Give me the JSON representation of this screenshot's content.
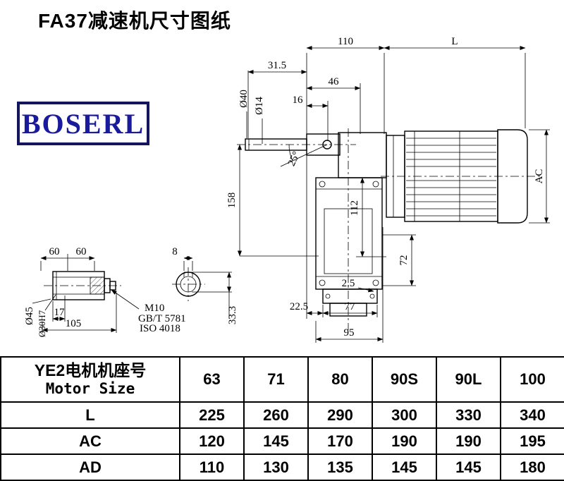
{
  "page": {
    "title": "FA37减速机尺寸图纸",
    "background": "#ffffff"
  },
  "logo": {
    "text": "BOSERL",
    "border_color": "#15155e",
    "text_color": "#1a1a9c"
  },
  "drawing": {
    "dims": {
      "d110": "110",
      "dL": "L",
      "d31_5": "31.5",
      "d46": "46",
      "d16": "16",
      "dia40": "Ø40",
      "dia14": "Ø14",
      "angle25": "25°",
      "d158": "158",
      "d112": "112",
      "dAC": "AC",
      "d72": "72",
      "d2_5": "2.5",
      "d22_5": "22.5",
      "d77": "77",
      "d95": "95",
      "d60a": "60",
      "d60b": "60",
      "d8": "8",
      "dia45": "Ø45",
      "dia30h7": "Ø30H7",
      "d17": "17",
      "d105": "105",
      "m10": "M10",
      "gbt5781": "GB/T 5781",
      "iso4018": "ISO 4018",
      "d33_3": "33.3"
    }
  },
  "table": {
    "header": {
      "line1": "YE2电机机座号",
      "line2": "Motor Size"
    },
    "columns": [
      "63",
      "71",
      "80",
      "90S",
      "90L",
      "100"
    ],
    "rows": [
      {
        "label": "L",
        "values": [
          "225",
          "260",
          "290",
          "300",
          "330",
          "340"
        ]
      },
      {
        "label": "AC",
        "values": [
          "120",
          "145",
          "170",
          "190",
          "190",
          "195"
        ]
      },
      {
        "label": "AD",
        "values": [
          "110",
          "130",
          "135",
          "145",
          "145",
          "180"
        ]
      }
    ]
  }
}
